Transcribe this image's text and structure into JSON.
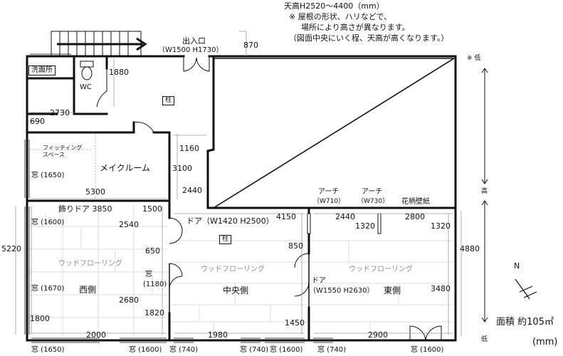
{
  "notes": {
    "ceiling_height": "天高H2520〜4400（mm）",
    "line2": "※ 屋根の形状、ハリなどで、",
    "line3": "場所により高さが異なります。",
    "line4": "（図面中央にいく程、天高が高くなります。）"
  },
  "ceiling_legend": {
    "low_top": "※ 低",
    "high": "高",
    "low_bottom": "低"
  },
  "entrance": {
    "label": "出入口",
    "size": "（W1500 H1730）"
  },
  "rooms": {
    "washroom": "洗面所",
    "wc": "WC",
    "fitting_space": "フィッティング\nスペース",
    "makeup_room": "メイクルーム",
    "west": "西側",
    "center": "中央側",
    "east": "東側"
  },
  "pillar": "柱",
  "floor": "ウッドフローリング",
  "arches": [
    {
      "label": "アーチ",
      "size": "（W710）"
    },
    {
      "label": "アーチ",
      "size": "（W730）"
    }
  ],
  "wallpaper": "花柄壁紙",
  "doors": {
    "decor_door": "飾りドア 3850",
    "door_center": "ドア（W1420 H2500）",
    "door_east_label": "ドア",
    "door_east_size": "（W1550 H2630）"
  },
  "windows": {
    "w1650_v": "窓 (1650)",
    "w1600_left": "窓 (1600)",
    "w1670": "窓 (1670)",
    "w1180_label": "窓",
    "w1180_size": "(1180)",
    "bottom": [
      "窓 (1650)",
      "窓 (1600)",
      "窓 (740)",
      "窓 (740)",
      "窓 (1600)",
      "窓 (740)",
      "窓 (1600)"
    ]
  },
  "dims": {
    "d870": "870",
    "d1880": "1880",
    "d2730": "2730",
    "d690": "690",
    "d1160": "1160",
    "d3100": "3100",
    "d5300": "5300",
    "d2440a": "2440",
    "d1500": "1500",
    "d2540": "2540",
    "d4150": "4150",
    "d2440b": "2440",
    "d2800": "2800",
    "d1320a": "1320",
    "d1320b": "1320",
    "d5220": "5220",
    "d4880": "4880",
    "d850": "850",
    "d650": "650",
    "d2680": "2680",
    "d1820": "1820",
    "d1800": "1800",
    "d1450": "1450",
    "d3480": "3480",
    "d2000": "2000",
    "d1980": "1980",
    "d2900": "2900"
  },
  "compass": {
    "north": "N"
  },
  "area": {
    "label": "面積 約105㎡",
    "unit": "(mm)"
  },
  "colors": {
    "wall": "#111111",
    "floor_line": "#c9c9c9",
    "dim": "#999999"
  }
}
